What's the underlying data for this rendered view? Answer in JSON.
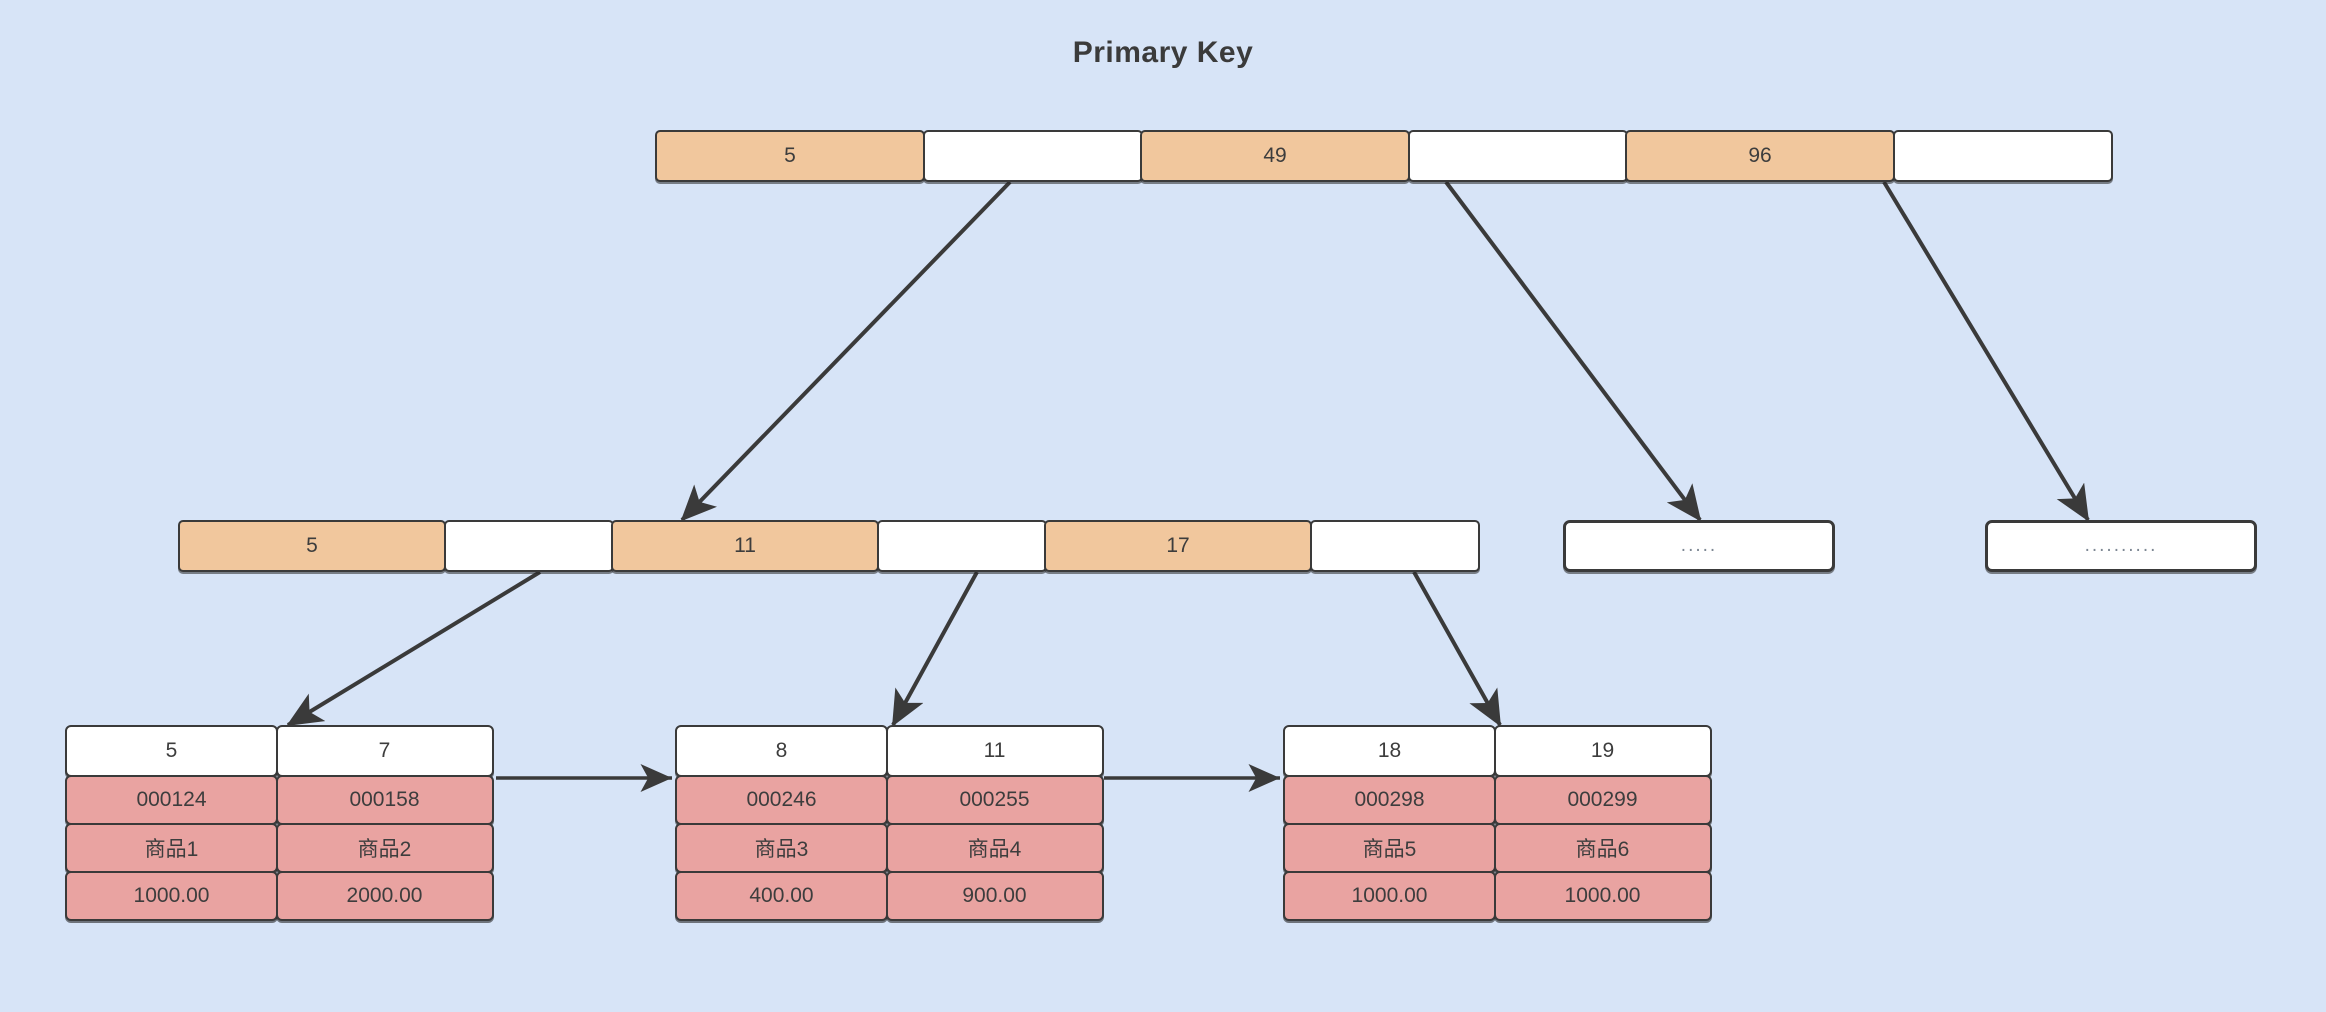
{
  "title": "Primary Key",
  "colors": {
    "background": "#d7e4f7",
    "key_fill": "#f1c79d",
    "pointer_fill": "#ffffff",
    "data_fill": "#e9a3a1",
    "border": "#3a3a3a",
    "text": "#3d3d3d"
  },
  "root_node": {
    "name": "root-index-node",
    "cells": [
      {
        "type": "key",
        "label": "5"
      },
      {
        "type": "pointer",
        "label": ""
      },
      {
        "type": "key",
        "label": "49"
      },
      {
        "type": "pointer",
        "label": ""
      },
      {
        "type": "key",
        "label": "96"
      },
      {
        "type": "pointer",
        "label": ""
      }
    ]
  },
  "internal_nodes": [
    {
      "name": "internal-index-node-1",
      "cells": [
        {
          "type": "key",
          "label": "5"
        },
        {
          "type": "pointer",
          "label": ""
        },
        {
          "type": "key",
          "label": "11"
        },
        {
          "type": "pointer",
          "label": ""
        },
        {
          "type": "key",
          "label": "17"
        },
        {
          "type": "pointer",
          "label": ""
        }
      ]
    }
  ],
  "ellipsis_nodes": [
    {
      "name": "internal-ellipsis-node-1",
      "label": "....."
    },
    {
      "name": "internal-ellipsis-node-2",
      "label": ".........."
    }
  ],
  "leaf_nodes": [
    {
      "name": "leaf-node-1",
      "columns": [
        {
          "key": "5",
          "row_id": "000124",
          "product": "商品1",
          "price": "1000.00"
        },
        {
          "key": "7",
          "row_id": "000158",
          "product": "商品2",
          "price": "2000.00"
        }
      ]
    },
    {
      "name": "leaf-node-2",
      "columns": [
        {
          "key": "8",
          "row_id": "000246",
          "product": "商品3",
          "price": "400.00"
        },
        {
          "key": "11",
          "row_id": "000255",
          "product": "商品4",
          "price": "900.00"
        }
      ]
    },
    {
      "name": "leaf-node-3",
      "columns": [
        {
          "key": "18",
          "row_id": "000298",
          "product": "商品5",
          "price": "1000.00"
        },
        {
          "key": "19",
          "row_id": "000299",
          "product": "商品6",
          "price": "1000.00"
        }
      ]
    }
  ],
  "leaf_link_arrows": [
    {
      "name": "leaf-link-arrow-1-to-2",
      "from": "leaf-node-1",
      "to": "leaf-node-2"
    },
    {
      "name": "leaf-link-arrow-2-to-3",
      "from": "leaf-node-2",
      "to": "leaf-node-3"
    }
  ],
  "child_arrows": [
    {
      "name": "arrow-root-to-internal-1",
      "from": "root-pointer-2",
      "to": "internal-index-node-1"
    },
    {
      "name": "arrow-root-to-ellipsis-1",
      "from": "root-pointer-4",
      "to": "internal-ellipsis-node-1"
    },
    {
      "name": "arrow-root-to-ellipsis-2",
      "from": "root-pointer-6",
      "to": "internal-ellipsis-node-2"
    },
    {
      "name": "arrow-internal-1-to-leaf-1",
      "from": "internal-1-pointer-2",
      "to": "leaf-node-1"
    },
    {
      "name": "arrow-internal-1-to-leaf-2",
      "from": "internal-1-pointer-4",
      "to": "leaf-node-2"
    },
    {
      "name": "arrow-internal-1-to-leaf-3",
      "from": "internal-1-pointer-6",
      "to": "leaf-node-3"
    }
  ]
}
